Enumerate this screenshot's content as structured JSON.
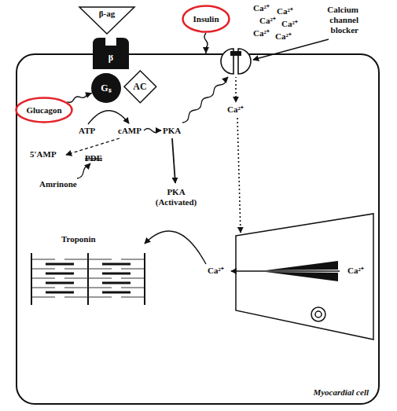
{
  "diagram": {
    "nodes": [
      {
        "text": [
          "β-ag"
        ]
      },
      {
        "text": [
          "Insulin"
        ]
      },
      {
        "text": [
          "β"
        ]
      },
      {
        "text": [
          "Myocardial cell"
        ]
      },
      {
        "text": [
          "Gₛ"
        ],
        "in": 3
      },
      {
        "text": [
          "AC"
        ],
        "in": 3
      },
      {
        "text": [
          "Glucagon"
        ]
      }
    ],
    "edges": [
      {
        "from": 1,
        "to": 3,
        "arrow": "to"
      },
      {
        "from": 6,
        "to": 4,
        "arrow": "to"
      }
    ],
    "labels": [
      "Ca²⁺",
      "Ca²⁺",
      "Ca²⁺",
      "Ca²⁺",
      "Ca²⁺",
      "Ca²⁺",
      "Calcium channel blocker",
      "ATP",
      "cAMP",
      "PKA",
      "5'AMP",
      "PDE",
      "Amrinone",
      "PKA (Activated)",
      "Ca²⁺",
      "Troponin",
      "Ca²⁺",
      "Ca²⁺"
    ]
  }
}
